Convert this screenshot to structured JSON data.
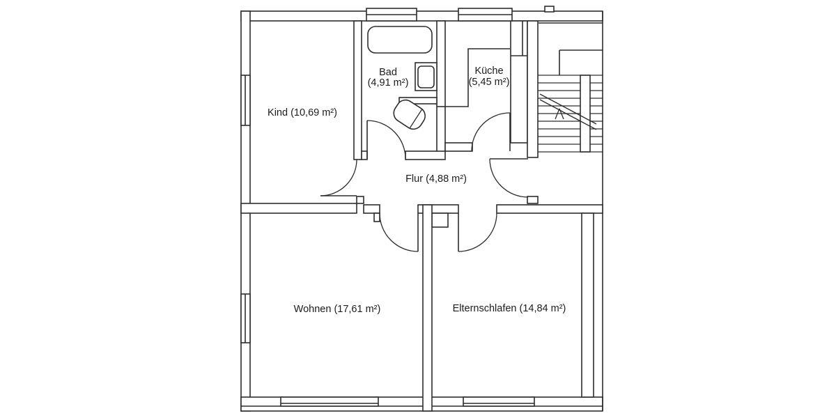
{
  "colors": {
    "line": "#2d2d2d",
    "text": "#1c1c1c",
    "background": "#ffffff"
  },
  "rooms": {
    "kind": {
      "label": "Kind (10,69 m²)"
    },
    "bad": {
      "name": "Bad",
      "area": "(4,91 m²)"
    },
    "kueche": {
      "name": "Küche",
      "area": "(5,45 m²)"
    },
    "flur": {
      "label": "Flur (4,88 m²)"
    },
    "wohnen": {
      "label": "Wohnen (17,61 m²)"
    },
    "elternschlafen": {
      "label": "Elternschlafen (14,84 m²)"
    }
  },
  "fixtures": {
    "bathtub": "bathtub-icon",
    "sink": "sink-icon",
    "toilet": "toilet-icon",
    "kitchen_counter": "kitchen-counter-icon",
    "staircase": "staircase-icon",
    "stair_direction": "up-arrow"
  },
  "windows": [
    "kind-left",
    "wohnen-left",
    "bad-top",
    "kueche-top",
    "wohnen-bottom",
    "elternschlafen-bottom"
  ],
  "doors": [
    "kind",
    "bad",
    "kueche",
    "entry",
    "wohnen",
    "elternschlafen"
  ]
}
